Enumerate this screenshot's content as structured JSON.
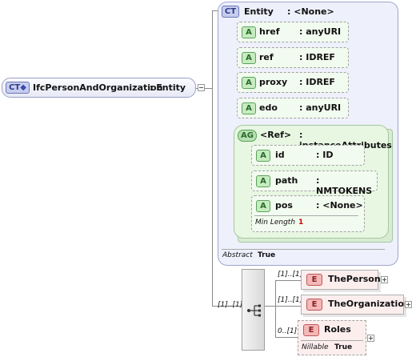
{
  "root": {
    "badge": "CT",
    "name": "IfcPersonAndOrganization",
    "type": ": Entity"
  },
  "entity": {
    "badge": "CT",
    "name": "Entity",
    "type": ": <None>",
    "attributes": [
      {
        "badge": "A",
        "name": "href",
        "type": ": anyURI"
      },
      {
        "badge": "A",
        "name": "ref",
        "type": ": IDREF"
      },
      {
        "badge": "A",
        "name": "proxy",
        "type": ": IDREF"
      },
      {
        "badge": "A",
        "name": "edo",
        "type": ": anyURI"
      }
    ],
    "group": {
      "badge": "AG",
      "name": "<Ref>",
      "type": ": instanceAttributes",
      "attributes": [
        {
          "badge": "A",
          "name": "id",
          "type": ": ID"
        },
        {
          "badge": "A",
          "name": "path",
          "type": ": NMTOKENS"
        },
        {
          "badge": "A",
          "name": "pos",
          "type": ": <None>",
          "facet_label": "Min Length",
          "facet_value": "1"
        }
      ]
    },
    "abstract_label": "Abstract",
    "abstract_value": "True"
  },
  "sequence": {
    "multiplicity": "[1]..[1]",
    "elements": [
      {
        "badge": "E",
        "name": "ThePerson",
        "multiplicity": "[1]..[1]"
      },
      {
        "badge": "E",
        "name": "TheOrganization",
        "multiplicity": "[1]..[1]"
      },
      {
        "badge": "E",
        "name": "Roles",
        "multiplicity": "0..[1]",
        "facet_label": "Nillable",
        "facet_value": "True"
      }
    ]
  }
}
